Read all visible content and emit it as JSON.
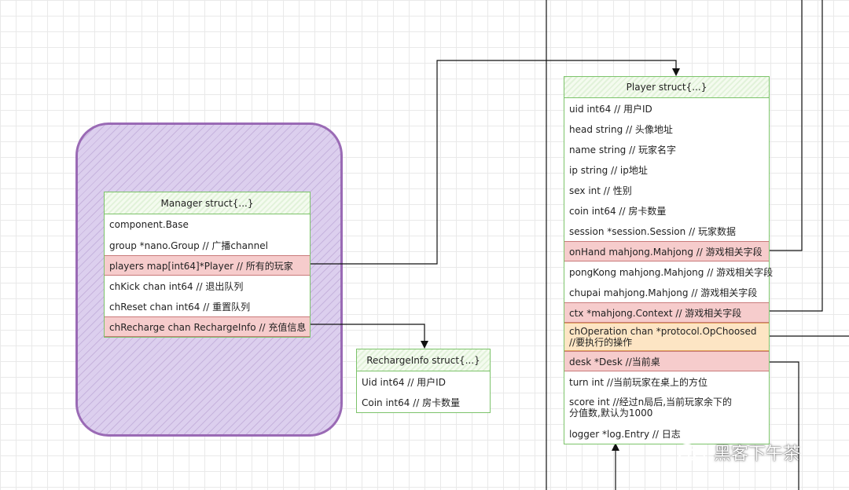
{
  "manager": {
    "title": "Manager struct{...}",
    "fields": [
      "component.Base",
      "group *nano.Group // 广播channel",
      "players map[int64]*Player // 所有的玩家",
      "chKick chan int64 // 退出队列",
      "chReset chan int64 // 重置队列",
      "chRecharge chan RechargeInfo // 充值信息"
    ]
  },
  "recharge_info": {
    "title": "RechargeInfo struct{...}",
    "fields": [
      "Uid int64 // 用户ID",
      "Coin int64 // 房卡数量"
    ]
  },
  "player": {
    "title": "Player struct{...}",
    "fields": [
      "uid int64 // 用户ID",
      "head string // 头像地址",
      "name string // 玩家名字",
      "ip string // ip地址",
      "sex int // 性别",
      "coin int64 // 房卡数量",
      "session *session.Session // 玩家数据",
      "onHand mahjong.Mahjong // 游戏相关字段",
      "pongKong mahjong.Mahjong // 游戏相关字段",
      "chupai mahjong.Mahjong // 游戏相关字段",
      "ctx *mahjong.Context // 游戏相关字段",
      "chOperation chan *protocol.OpChoosed\n //要执行的操作",
      "desk *Desk //当前桌",
      "turn int //当前玩家在桌上的方位",
      "score int //经过n局后,当前玩家余下的\n分值数,默认为1000",
      "logger *log.Entry // 日志"
    ]
  },
  "colors": {
    "highlight_pink": "#f6cccc",
    "highlight_orange": "#fde5c4",
    "struct_border": "#7cc36a",
    "group_fill": "#dccfee",
    "group_border": "#9a6ab5"
  },
  "watermark": {
    "text": "黑客下午茶",
    "icon": "wechat-icon"
  }
}
